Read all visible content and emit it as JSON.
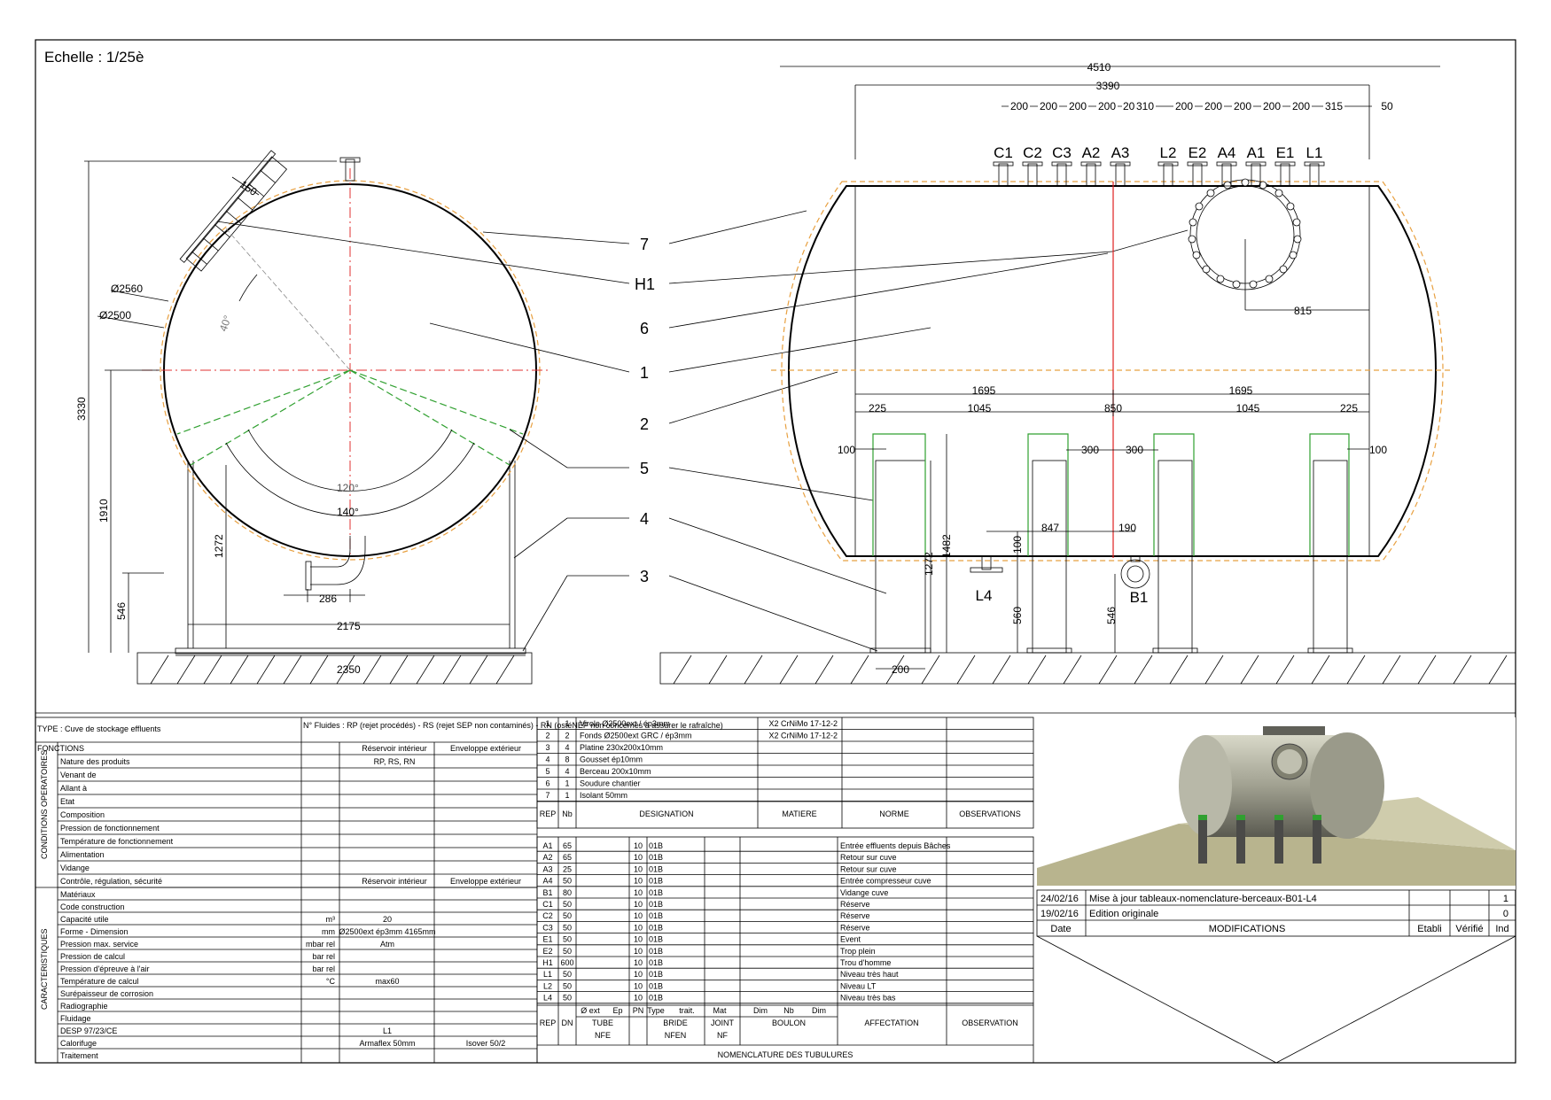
{
  "scale": "Echelle : 1/25è",
  "left_view": {
    "dims": {
      "d150": "150",
      "d2560": "Ø2560",
      "d2500": "Ø2500",
      "a40": "40°",
      "h3330": "3330",
      "h1910": "1910",
      "h1272": "1272",
      "h546": "546",
      "a120": "120°",
      "a140": "140°",
      "w286": "286",
      "w2175": "2175",
      "w2350": "2350"
    }
  },
  "callouts": [
    "7",
    "H1",
    "6",
    "1",
    "2",
    "5",
    "4",
    "3"
  ],
  "right_view": {
    "top_dims": {
      "d4510": "4510",
      "d3390": "3390"
    },
    "spacing": [
      "200",
      "200",
      "200",
      "200",
      "200",
      "310",
      "200",
      "200",
      "200",
      "200",
      "200",
      "315",
      "50"
    ],
    "nozzles": [
      "C1",
      "C2",
      "C3",
      "A2",
      "A3",
      "L2",
      "E2",
      "A4",
      "A1",
      "E1",
      "L1"
    ],
    "dims": {
      "d815": "815",
      "d1695a": "1695",
      "d1695b": "1695",
      "d225a": "225",
      "d1045a": "1045",
      "d850": "850",
      "d1045b": "1045",
      "d225b": "225",
      "d100a": "100",
      "d300a": "300",
      "d300b": "300",
      "d100b": "100",
      "d847": "847",
      "d190": "190",
      "d100c": "100",
      "h1272": "1272",
      "h1482": "1482",
      "h560": "560",
      "h546": "546",
      "w200": "200"
    },
    "labels": {
      "L4": "L4",
      "B1": "B1"
    }
  },
  "spec_table": {
    "type_row": "TYPE : Cuve de stockage effluents",
    "fluids": "N° Fluides : RP (rejet procédés) - RS (rejet SEP non contaminés) - RN (ostéNEP non concernés à assurer le rafraîche)",
    "section_fonction": "FONCTIONS",
    "section_conditions": "CONDITIONS OPERATOIRES",
    "section_caract": "CARACTERISTIQUES",
    "headers1": {
      "interieur": "Réservoir intérieur",
      "exterieur": "Enveloppe extérieur"
    },
    "rows1": [
      {
        "label": "Nature des produits",
        "int": "RP, RS, RN",
        "ext": ""
      },
      {
        "label": "Venant de",
        "int": "",
        "ext": ""
      },
      {
        "label": "Allant à",
        "int": "",
        "ext": ""
      },
      {
        "label": "Etat",
        "int": "",
        "ext": ""
      },
      {
        "label": "Composition",
        "int": "",
        "ext": ""
      },
      {
        "label": "Pression de fonctionnement",
        "int": "",
        "ext": ""
      },
      {
        "label": "Température de fonctionnement",
        "int": "",
        "ext": ""
      },
      {
        "label": "Alimentation",
        "int": "",
        "ext": ""
      },
      {
        "label": "Vidange",
        "int": "",
        "ext": ""
      },
      {
        "label": "Contrôle, régulation, sécurité",
        "int": "",
        "ext": ""
      }
    ],
    "headers2": {
      "interieur": "Réservoir intérieur",
      "exterieur": "Enveloppe extérieur"
    },
    "rows2": [
      {
        "label": "Matériaux",
        "unit": "",
        "int": "",
        "ext": ""
      },
      {
        "label": "Code construction",
        "unit": "",
        "int": "",
        "ext": ""
      },
      {
        "label": "Capacité utile",
        "unit": "m³",
        "int": "20",
        "ext": ""
      },
      {
        "label": "Forme - Dimension",
        "unit": "mm",
        "int": "Ø2500ext   ép3mm   4165mm",
        "ext": ""
      },
      {
        "label": "Pression max. service",
        "unit": "mbar rel",
        "int": "Atm",
        "ext": ""
      },
      {
        "label": "Pression de calcul",
        "unit": "bar rel",
        "int": "",
        "ext": ""
      },
      {
        "label": "Pression d'épreuve à l'air",
        "unit": "bar rel",
        "int": "",
        "ext": ""
      },
      {
        "label": "Température de calcul",
        "unit": "°C",
        "int": "max60",
        "ext": ""
      },
      {
        "label": "Surépaisseur de corrosion",
        "unit": "",
        "int": "",
        "ext": ""
      },
      {
        "label": "Radiographie",
        "unit": "",
        "int": "",
        "ext": ""
      },
      {
        "label": "Fluidage",
        "unit": "",
        "int": "",
        "ext": ""
      },
      {
        "label": "DESP 97/23/CE",
        "unit": "",
        "int": "L1",
        "ext": ""
      },
      {
        "label": "Calorifuge",
        "unit": "",
        "int": "Armaflex 50mm",
        "ext": "Isover 50/2"
      },
      {
        "label": "Traitement",
        "unit": "",
        "int": "",
        "ext": ""
      }
    ]
  },
  "parts_table": {
    "rows": [
      {
        "rep": "1",
        "nb": "1",
        "desig": "Virole Ø2500ext / ép3mm",
        "mat": "X2 CrNiMo 17-12-2"
      },
      {
        "rep": "2",
        "nb": "2",
        "desig": "Fonds Ø2500ext GRC / ép3mm",
        "mat": "X2 CrNiMo 17-12-2"
      },
      {
        "rep": "3",
        "nb": "4",
        "desig": "Platine 230x200x10mm",
        "mat": ""
      },
      {
        "rep": "4",
        "nb": "8",
        "desig": "Gousset ép10mm",
        "mat": ""
      },
      {
        "rep": "5",
        "nb": "4",
        "desig": "Berceau 200x10mm",
        "mat": ""
      },
      {
        "rep": "6",
        "nb": "1",
        "desig": "Soudure chantier",
        "mat": ""
      },
      {
        "rep": "7",
        "nb": "1",
        "desig": "Isolant 50mm",
        "mat": ""
      }
    ],
    "header": {
      "rep": "REP",
      "nb": "Nb",
      "desig": "DESIGNATION",
      "mat": "MATIERE",
      "norme": "NORME",
      "obs": "OBSERVATIONS"
    }
  },
  "nozzle_table": {
    "rows": [
      {
        "rep": "A1",
        "dn": "65",
        "pn": "10",
        "type": "01B",
        "aff": "Entrée effluents depuis Bâches"
      },
      {
        "rep": "A2",
        "dn": "65",
        "pn": "10",
        "type": "01B",
        "aff": "Retour sur cuve"
      },
      {
        "rep": "A3",
        "dn": "25",
        "pn": "10",
        "type": "01B",
        "aff": "Retour sur cuve"
      },
      {
        "rep": "A4",
        "dn": "50",
        "pn": "10",
        "type": "01B",
        "aff": "Entrée compresseur cuve"
      },
      {
        "rep": "B1",
        "dn": "80",
        "pn": "10",
        "type": "01B",
        "aff": "Vidange cuve"
      },
      {
        "rep": "C1",
        "dn": "50",
        "pn": "10",
        "type": "01B",
        "aff": "Réserve"
      },
      {
        "rep": "C2",
        "dn": "50",
        "pn": "10",
        "type": "01B",
        "aff": "Réserve"
      },
      {
        "rep": "C3",
        "dn": "50",
        "pn": "10",
        "type": "01B",
        "aff": "Réserve"
      },
      {
        "rep": "E1",
        "dn": "50",
        "pn": "10",
        "type": "01B",
        "aff": "Event"
      },
      {
        "rep": "E2",
        "dn": "50",
        "pn": "10",
        "type": "01B",
        "aff": "Trop plein"
      },
      {
        "rep": "H1",
        "dn": "600",
        "pn": "10",
        "type": "01B",
        "aff": "Trou d'homme"
      },
      {
        "rep": "L1",
        "dn": "50",
        "pn": "10",
        "type": "01B",
        "aff": "Niveau très haut"
      },
      {
        "rep": "L2",
        "dn": "50",
        "pn": "10",
        "type": "01B",
        "aff": "Niveau LT"
      },
      {
        "rep": "L4",
        "dn": "50",
        "pn": "10",
        "type": "01B",
        "aff": "Niveau très bas"
      }
    ],
    "header_top": {
      "dext": "Ø ext",
      "ep": "Ep",
      "type": "Type",
      "trait": "trait.",
      "mat": "Mat",
      "dim1": "Dim",
      "nb": "Nb",
      "dim2": "Dim"
    },
    "header": {
      "rep": "REP",
      "dn": "DN",
      "tube": "TUBE",
      "bride": "BRIDE",
      "joint": "JOINT",
      "boulon": "BOULON",
      "aff": "AFFECTATION",
      "obs": "OBSERVATION"
    },
    "sub": {
      "pn": "PN",
      "tube": "NFE",
      "bride": "NFEN",
      "joint": "NF"
    },
    "title": "NOMENCLATURE DES TUBULURES"
  },
  "modifications": {
    "rows": [
      {
        "date": "24/02/16",
        "text": "Mise à jour tableaux-nomenclature-berceaux-B01-L4",
        "ind": "1"
      },
      {
        "date": "19/02/16",
        "text": "Edition originale",
        "ind": "0"
      }
    ],
    "header": {
      "date": "Date",
      "mods": "MODIFICATIONS",
      "etabli": "Etabli",
      "verifie": "Vérifié",
      "ind": "Ind"
    }
  }
}
